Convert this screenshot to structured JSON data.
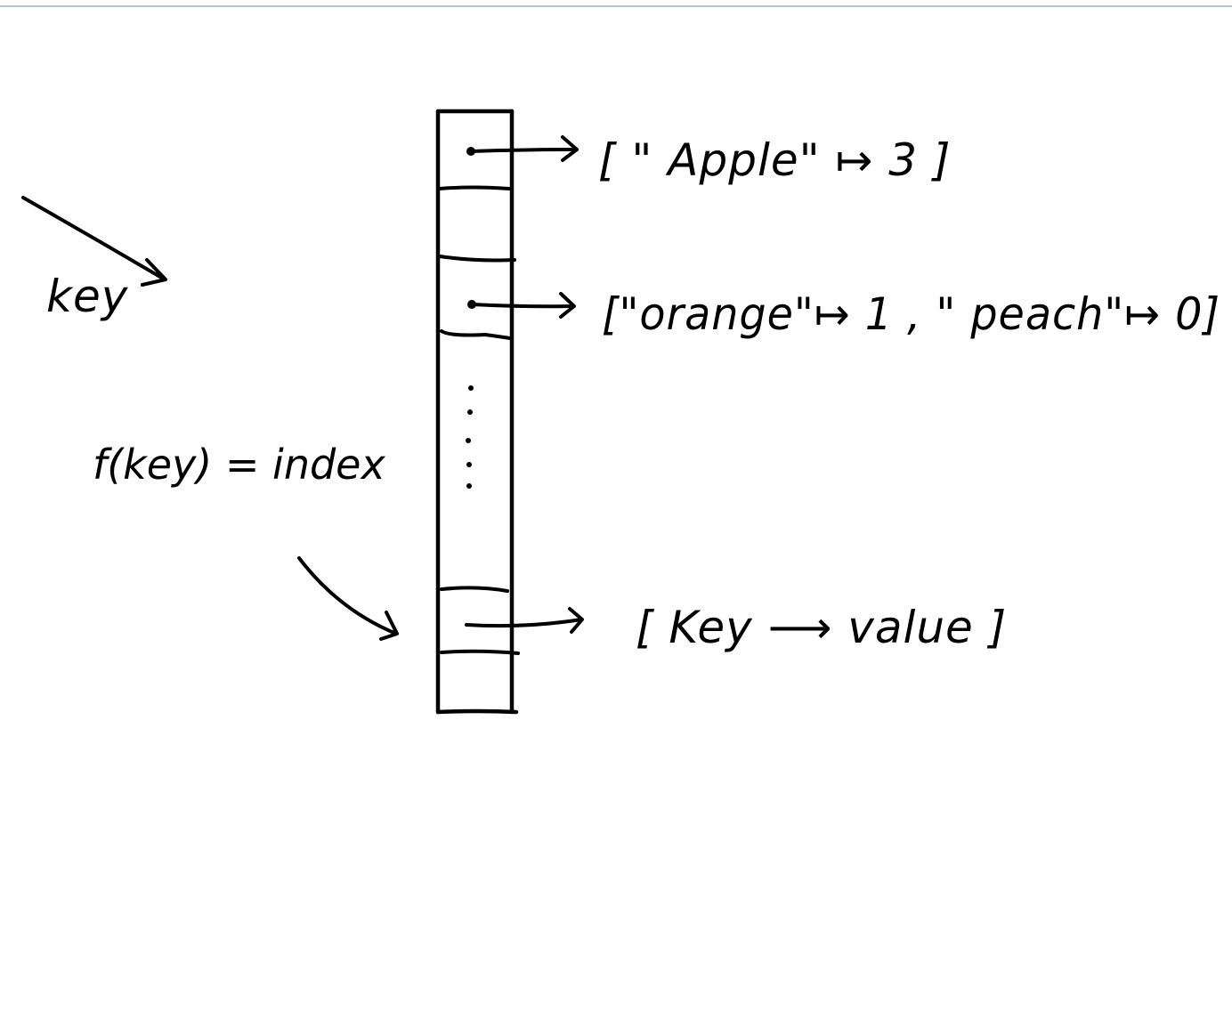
{
  "labels": {
    "key": "key",
    "hash_function": "f(key) = index",
    "bucket_1": "[ \" Apple\" ↦ 3 ]",
    "bucket_2": "[\"orange\"↦ 1 , \" peach\"↦ 0]",
    "bucket_last": "[ Key ⟶ value ]",
    "ellipsis": "⋮"
  },
  "colors": {
    "ink": "#000000",
    "background": "#ffffff",
    "top_rule": "#b9c1d6"
  },
  "icons": {
    "arrow": "arrow-right-icon",
    "maps_to": "maps-to-icon"
  }
}
